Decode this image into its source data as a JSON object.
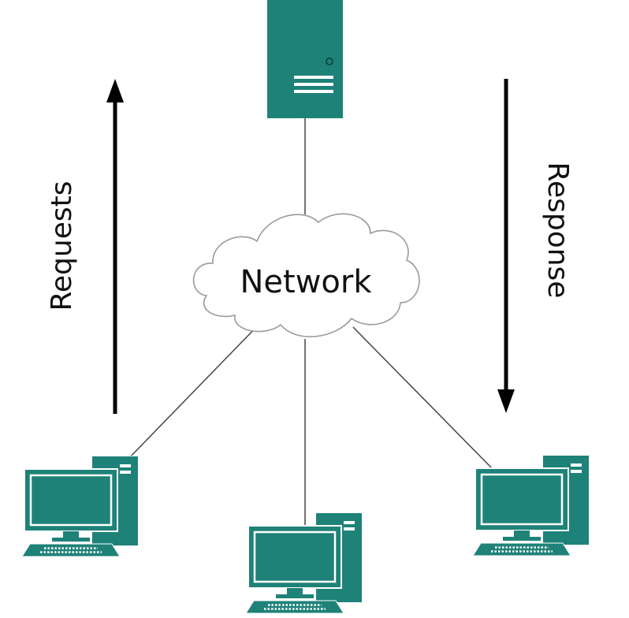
{
  "diagram": {
    "title": "",
    "nodes": {
      "server": {
        "kind": "server",
        "icon": "server-tower-icon"
      },
      "network": {
        "kind": "cloud",
        "label": "Network",
        "icon": "cloud-icon"
      },
      "clients": [
        {
          "kind": "client",
          "icon": "desktop-computer-icon"
        },
        {
          "kind": "client",
          "icon": "desktop-computer-icon"
        },
        {
          "kind": "client",
          "icon": "desktop-computer-icon"
        }
      ]
    },
    "edges": [
      {
        "from": "server",
        "to": "network"
      },
      {
        "from": "network",
        "to": "client-1"
      },
      {
        "from": "network",
        "to": "client-2"
      },
      {
        "from": "network",
        "to": "client-3"
      }
    ],
    "arrows": {
      "requests": {
        "label": "Requests",
        "direction": "up"
      },
      "response": {
        "label": "Response",
        "direction": "down"
      }
    }
  },
  "colors": {
    "device_fill": "#1e8278",
    "device_dark": "#156158",
    "device_light": "#ffffff",
    "cloud_fill": "#ffffff",
    "cloud_stroke": "#9a9a9a",
    "arrow": "#000000"
  }
}
